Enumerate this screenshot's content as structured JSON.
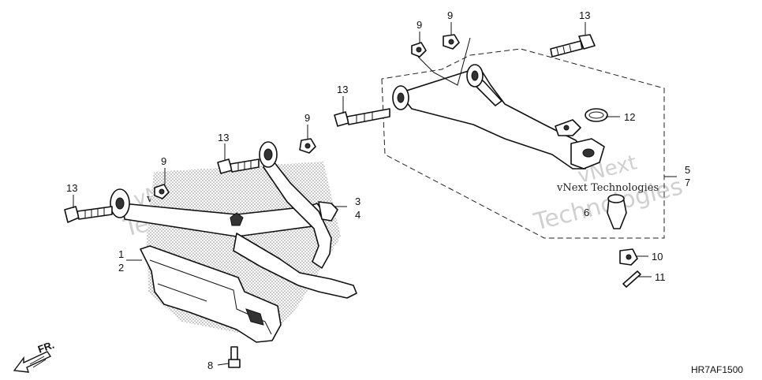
{
  "callouts": [
    {
      "id": "c13a",
      "text": "13"
    },
    {
      "id": "c9a",
      "text": "9"
    },
    {
      "id": "c13b",
      "text": "13"
    },
    {
      "id": "c13c",
      "text": "13"
    },
    {
      "id": "c9b",
      "text": "9"
    },
    {
      "id": "c3",
      "text": "3"
    },
    {
      "id": "c4",
      "text": "4"
    },
    {
      "id": "c1",
      "text": "1"
    },
    {
      "id": "c2",
      "text": "2"
    },
    {
      "id": "c8",
      "text": "8"
    },
    {
      "id": "c13d",
      "text": "13"
    },
    {
      "id": "c9c",
      "text": "9"
    },
    {
      "id": "c9d",
      "text": "9"
    },
    {
      "id": "c13e",
      "text": "13"
    },
    {
      "id": "c12",
      "text": "12"
    },
    {
      "id": "c5",
      "text": "5"
    },
    {
      "id": "c7",
      "text": "7"
    },
    {
      "id": "c6",
      "text": "6"
    },
    {
      "id": "c10",
      "text": "10"
    },
    {
      "id": "c11",
      "text": "11"
    }
  ],
  "direction_label": "FR.",
  "diagram_code": "HR7AF1500",
  "watermark": {
    "line1": "vNext",
    "line2": "Technologies",
    "line3": "vNext Technologies"
  }
}
